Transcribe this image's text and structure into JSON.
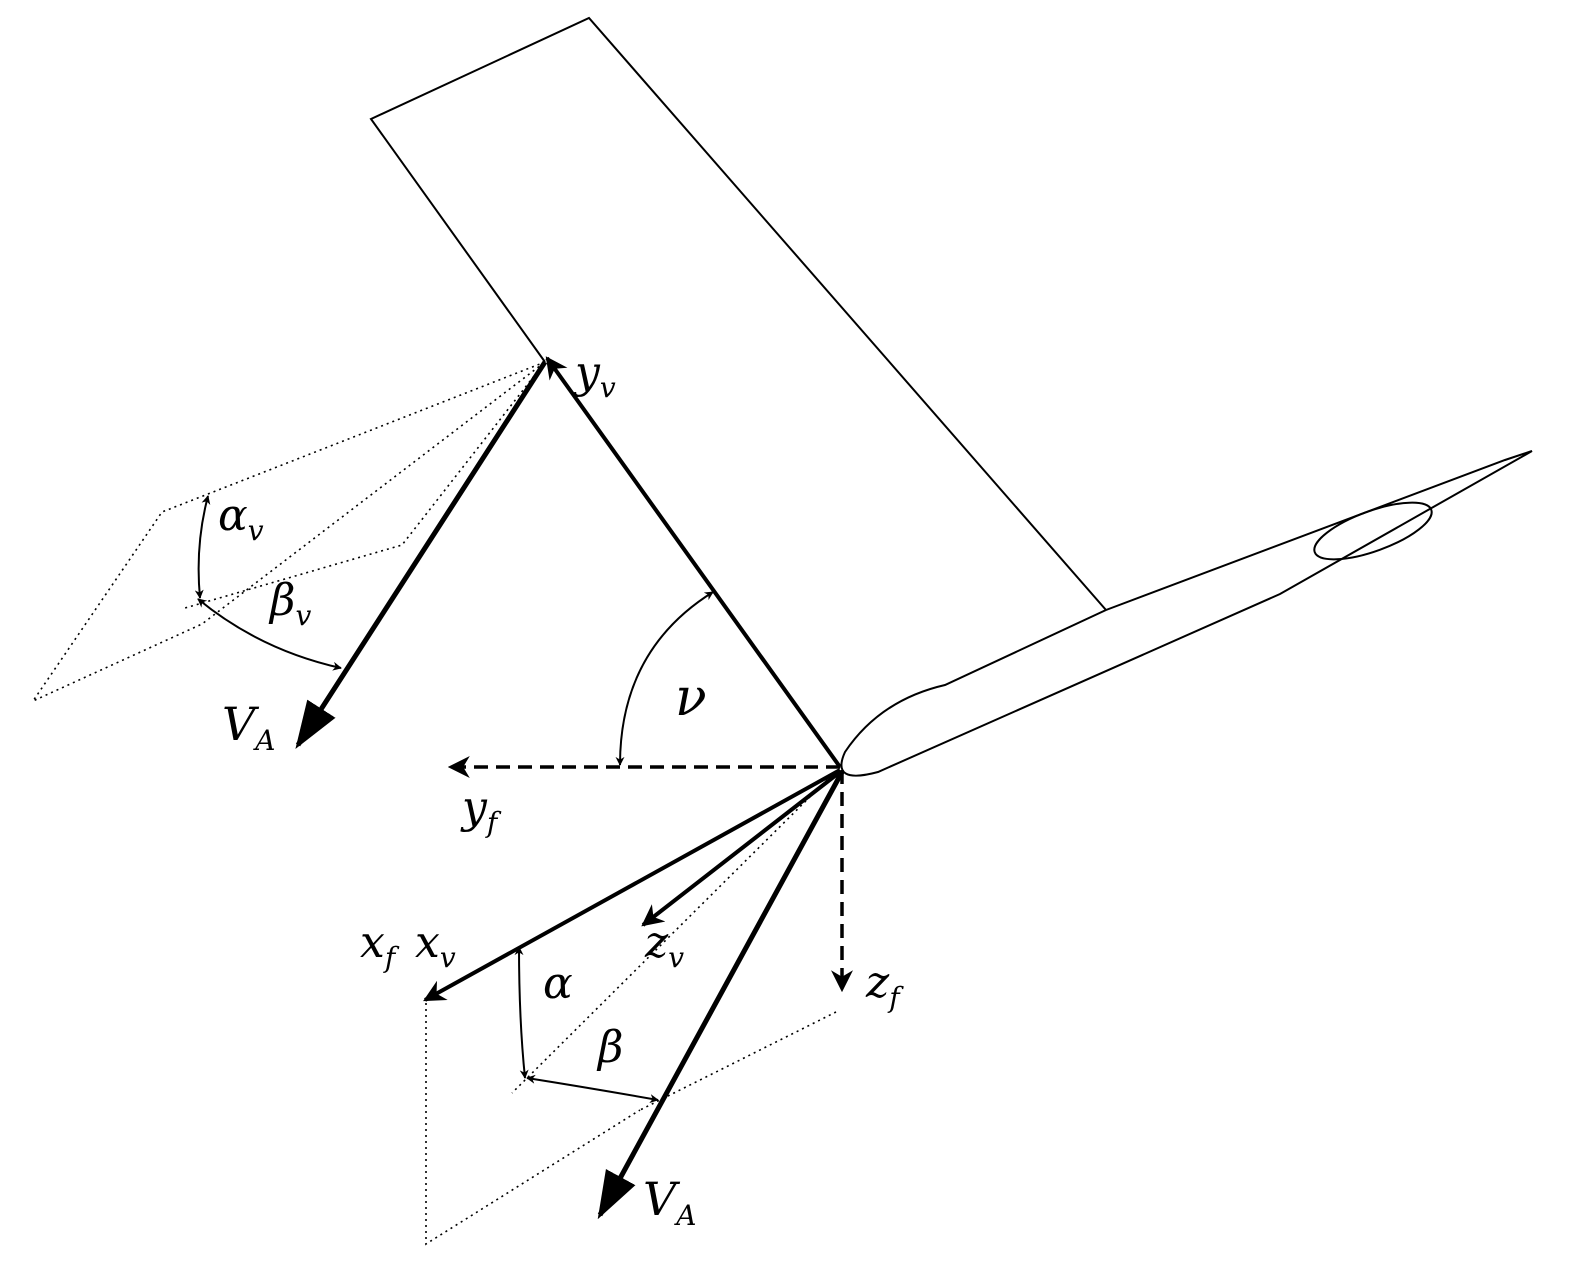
{
  "labels": {
    "y_v": {
      "main": "y",
      "sub": "v"
    },
    "alpha_v": {
      "main": "α",
      "sub": "v"
    },
    "beta_v": {
      "main": "β",
      "sub": "v"
    },
    "V_A_top": {
      "main": "V",
      "sub": "A"
    },
    "nu": {
      "main": "ν"
    },
    "y_f": {
      "main": "y",
      "sub": "f"
    },
    "x_f": {
      "main": "x",
      "sub": "f"
    },
    "x_v": {
      "main": "x",
      "sub": "v"
    },
    "z_v": {
      "main": "z",
      "sub": "v"
    },
    "z_f": {
      "main": "z",
      "sub": "f"
    },
    "alpha": {
      "main": "α"
    },
    "beta": {
      "main": "β"
    },
    "V_A_bottom": {
      "main": "V",
      "sub": "A"
    }
  },
  "colors": {
    "stroke": "#000000",
    "background": "#ffffff"
  }
}
